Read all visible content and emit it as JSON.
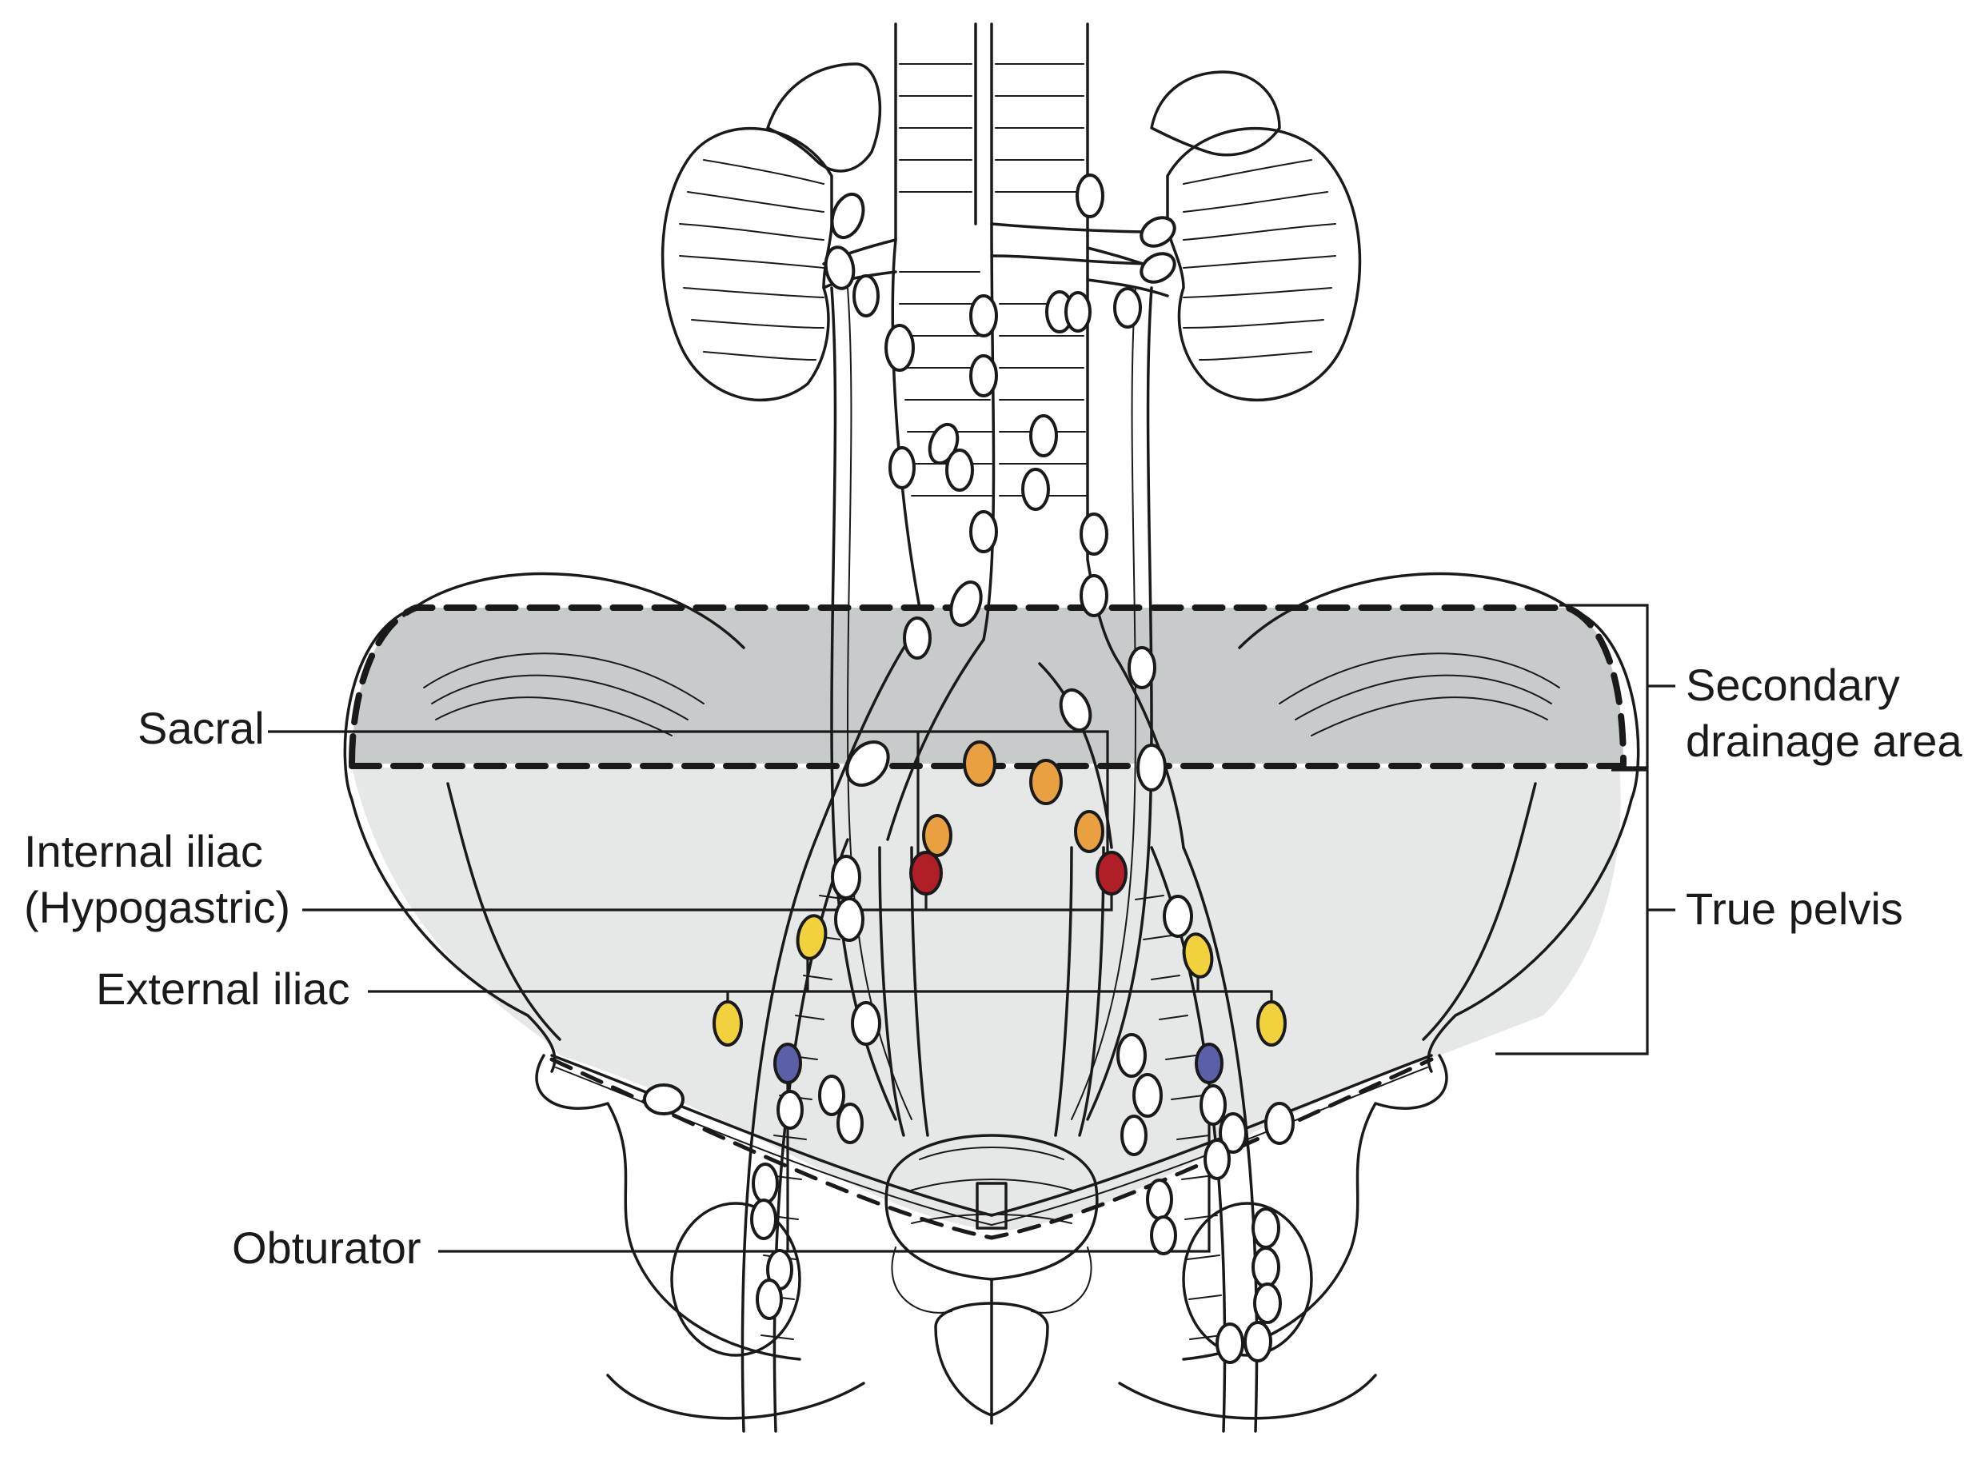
{
  "labels": {
    "sacral": "Sacral",
    "internal_iliac_line1": "Internal iliac",
    "internal_iliac_line2": "(Hypogastric)",
    "external_iliac": "External iliac",
    "obturator": "Obturator",
    "secondary_line1": "Secondary",
    "secondary_line2": "drainage area",
    "true_pelvis": "True pelvis"
  },
  "colors": {
    "sacral_nodes": "#e8a040",
    "internal_iliac_nodes": "#b01e28",
    "external_iliac_nodes": "#f2d23c",
    "obturator_nodes": "#5b5fa8",
    "other_nodes": "#ffffff",
    "secondary_area_fill": "#c8cbcb",
    "true_pelvis_fill": "#e6e7e7"
  }
}
